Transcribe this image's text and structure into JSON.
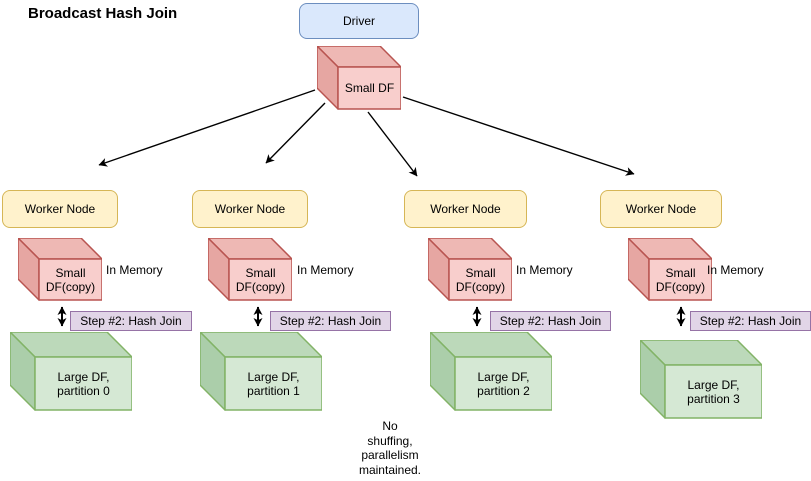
{
  "title": "Broadcast Hash Join",
  "driver": {
    "label": "Driver"
  },
  "broadcast_cube": {
    "label": "Small DF"
  },
  "workers": [
    {
      "node_label": "Worker Node",
      "cube_line1": "Small",
      "cube_line2": "DF(copy)",
      "memory_label": "In Memory",
      "step_label": "Step #2: Hash Join",
      "part_line1": "Large DF,",
      "part_line2": "partition 0"
    },
    {
      "node_label": "Worker Node",
      "cube_line1": "Small",
      "cube_line2": "DF(copy)",
      "memory_label": "In Memory",
      "step_label": "Step #2: Hash Join",
      "part_line1": "Large DF,",
      "part_line2": "partition 1"
    },
    {
      "node_label": "Worker Node",
      "cube_line1": "Small",
      "cube_line2": "DF(copy)",
      "memory_label": "In Memory",
      "step_label": "Step #2: Hash Join",
      "part_line1": "Large DF,",
      "part_line2": "partition 2"
    },
    {
      "node_label": "Worker Node",
      "cube_line1": "Small",
      "cube_line2": "DF(copy)",
      "memory_label": "In Memory",
      "step_label": "Step #2: Hash Join",
      "part_line1": "Large DF,",
      "part_line2": "partition 3"
    }
  ],
  "note": {
    "lines": [
      "No",
      "shuffing,",
      "parallelism",
      "maintained."
    ]
  },
  "colors": {
    "driver_fill": "#dae8fc",
    "driver_stroke": "#6c8ebf",
    "worker_fill": "#fff2cc",
    "worker_stroke": "#d6b656",
    "small_df_front": "#f8cecc",
    "small_df_top": "#eeb8b4",
    "small_df_side": "#e6a6a2",
    "small_df_stroke": "#b85450",
    "large_df_front": "#d5e8d4",
    "large_df_top": "#bcd9ba",
    "large_df_side": "#abceaa",
    "large_df_stroke": "#82b366",
    "step_fill": "#e1d5e7",
    "step_stroke": "#9673a6",
    "arrow": "#000000"
  }
}
